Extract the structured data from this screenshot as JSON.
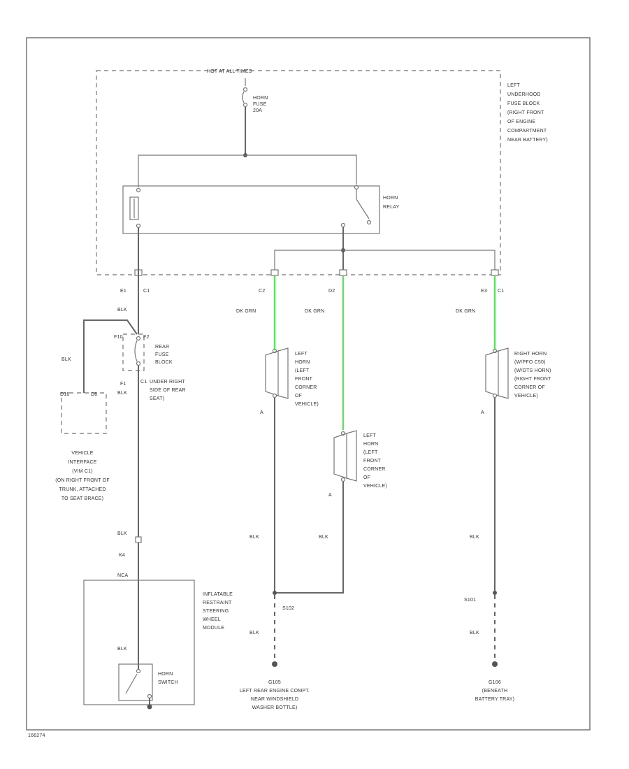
{
  "labels": {
    "hot_at_all_times": "HOT AT ALL TIMES",
    "horn_fuse": [
      "HORN",
      "FUSE",
      "20A"
    ],
    "underhood_block": [
      "LEFT",
      "UNDERHOOD",
      "FUSE BLOCK",
      "(RIGHT FRONT",
      "OF ENGINE",
      "COMPARTMENT",
      "NEAR BATTERY)"
    ],
    "horn_relay": [
      "HORN",
      "RELAY"
    ],
    "pin_e1": "E1",
    "pin_c1_left": "C1",
    "pin_c2": "C2",
    "pin_d2": "D2",
    "pin_e3": "E3",
    "pin_c1_right": "C1",
    "blk_top": "BLK",
    "blk_side": "BLK",
    "rear_fuse_pins": [
      "F10",
      "F2"
    ],
    "rear_fuse_block": [
      "REAR",
      "FUSE",
      "BLOCK"
    ],
    "rear_fuse_c1": "C1",
    "rear_fuse_location": [
      "UNDER RIGHT",
      "SIDE OF REAR",
      "SEAT)"
    ],
    "rear_fuse_f1": "F1",
    "blk_below_fuse": "BLK",
    "vim_pins": [
      "D16",
      "D8"
    ],
    "vehicle_interface": [
      "VEHICLE",
      "INTERFACE",
      "(VIM C1)",
      "(ON RIGHT FRONT OF",
      "TRUNK, ATTACHED",
      "TO SEAT BRACE)"
    ],
    "dk_grn_1": "DK GRN",
    "dk_grn_2": "DK GRN",
    "dk_grn_3": "DK GRN",
    "left_horn_1": [
      "LEFT",
      "HORN",
      "(LEFT",
      "FRONT",
      "CORNER",
      "OF",
      "VEHICLE)"
    ],
    "left_horn_2": [
      "LEFT",
      "HORN",
      "(LEFT",
      "FRONT",
      "CORNER",
      "OF",
      "VEHICLE)"
    ],
    "right_horn": [
      "RIGHT HORN",
      "(W/PFO C50)",
      "(W/OTS HORN)",
      "(RIGHT FRONT",
      "CORNER OF",
      "VEHICLE)"
    ],
    "pin_a1": "A",
    "pin_a2": "A",
    "pin_a3": "A",
    "blk_steer": "BLK",
    "pin_k4": "K4",
    "nca": "NCA",
    "airbag_module": [
      "INFLATABLE",
      "RESTRAINT",
      "STEERING",
      "WHEEL",
      "MODULE"
    ],
    "blk_module": "BLK",
    "horn_switch": [
      "HORN",
      "SWITCH"
    ],
    "blk_mid_left": "BLK",
    "blk_mid_center": "BLK",
    "blk_mid_right": "BLK",
    "s102": "S102",
    "s101": "S101",
    "blk_low_left": "BLK",
    "blk_low_right": "BLK",
    "g105": [
      "G105",
      "LEFT REAR ENGINE COMPT.",
      "NEAR WINDSHIELD",
      "WASHER BOTTLE)"
    ],
    "g106": [
      "G106",
      "(BENEATH",
      "BATTERY TRAY)"
    ],
    "figure_id": "166274"
  }
}
